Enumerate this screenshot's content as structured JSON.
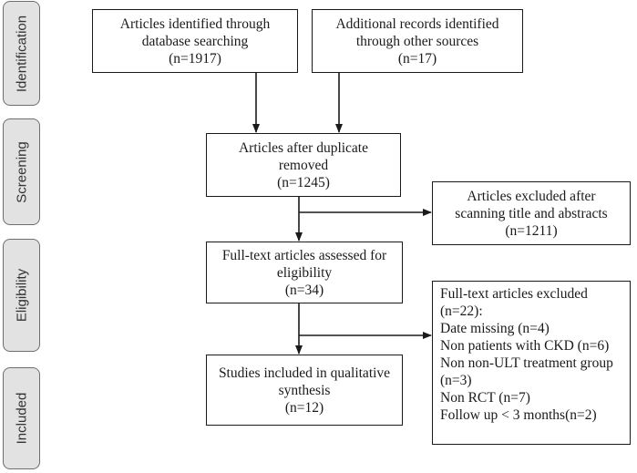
{
  "stages": [
    {
      "id": "identification",
      "label": "Identification"
    },
    {
      "id": "screening",
      "label": "Screening"
    },
    {
      "id": "eligibility",
      "label": "Eligibility"
    },
    {
      "id": "included",
      "label": "Included"
    }
  ],
  "boxes": {
    "database": {
      "lines": [
        "Articles identified through",
        "database searching",
        "(n=1917)"
      ]
    },
    "other_sources": {
      "lines": [
        "Additional records identified",
        "through other sources",
        "(n=17)"
      ]
    },
    "after_duplicates": {
      "lines": [
        "Articles after duplicate",
        "removed",
        "(n=1245)"
      ]
    },
    "excluded_screening": {
      "lines": [
        "Articles excluded after",
        "scanning title and abstracts",
        "(n=1211)"
      ]
    },
    "full_text": {
      "lines": [
        "Full-text articles assessed for",
        "eligibility",
        "(n=34)"
      ]
    },
    "excluded_full_text": {
      "lines": [
        "Full-text articles excluded",
        "(n=22):",
        "Date missing (n=4)",
        "Non patients with CKD (n=6)",
        "Non non-ULT treatment group",
        "(n=3)",
        "Non RCT (n=7)",
        "Follow up < 3 months(n=2)"
      ]
    },
    "included": {
      "lines": [
        "Studies included in qualitative",
        "synthesis",
        "(n=12)"
      ]
    }
  }
}
